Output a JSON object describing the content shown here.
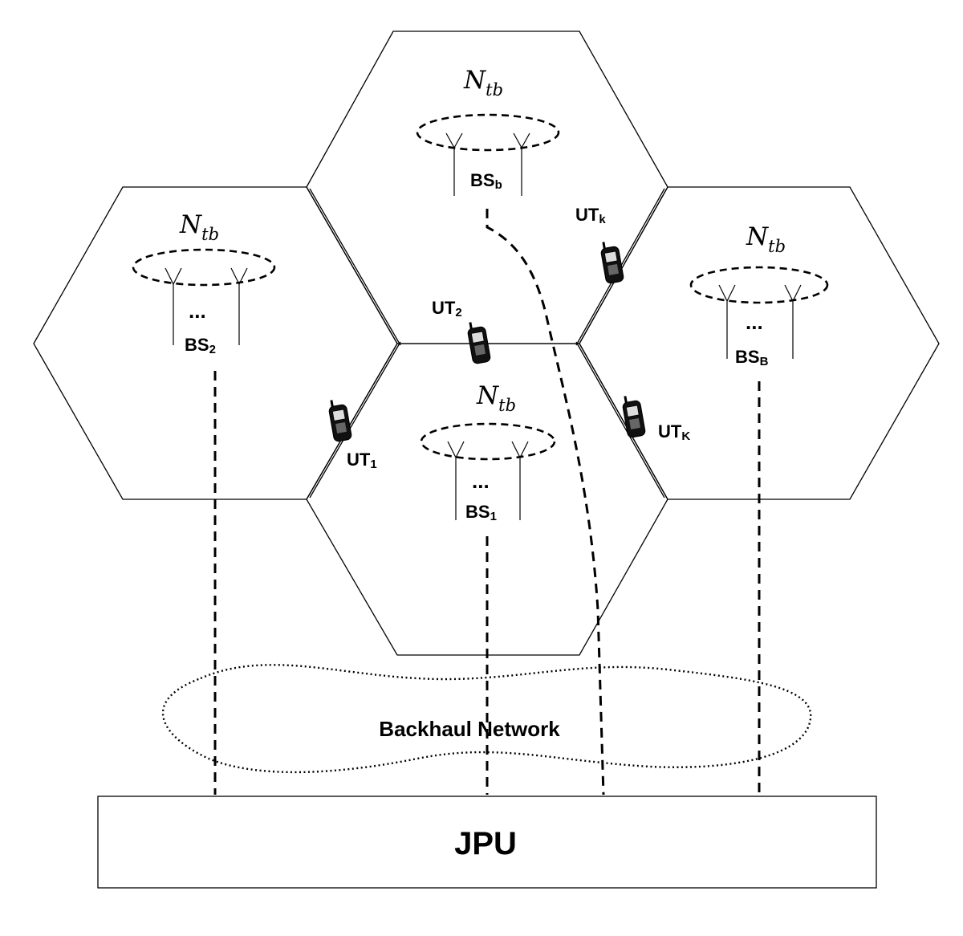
{
  "antenna_count_label": {
    "base": "N",
    "subscript": "tb"
  },
  "base_stations": [
    {
      "id": "bs2",
      "name": "BS",
      "subscript": "2"
    },
    {
      "id": "bsb",
      "name": "BS",
      "subscript": "b"
    },
    {
      "id": "bs1",
      "name": "BS",
      "subscript": "1"
    },
    {
      "id": "bsB",
      "name": "BS",
      "subscript": "B"
    }
  ],
  "user_terminals": [
    {
      "id": "ut1",
      "name": "UT",
      "subscript": "1"
    },
    {
      "id": "ut2",
      "name": "UT",
      "subscript": "2"
    },
    {
      "id": "utk",
      "name": "UT",
      "subscript": "k"
    },
    {
      "id": "utK",
      "name": "UT",
      "subscript": "K"
    }
  ],
  "ellipsis": "...",
  "backhaul_label": "Backhaul Network",
  "jpu_label": "JPU"
}
